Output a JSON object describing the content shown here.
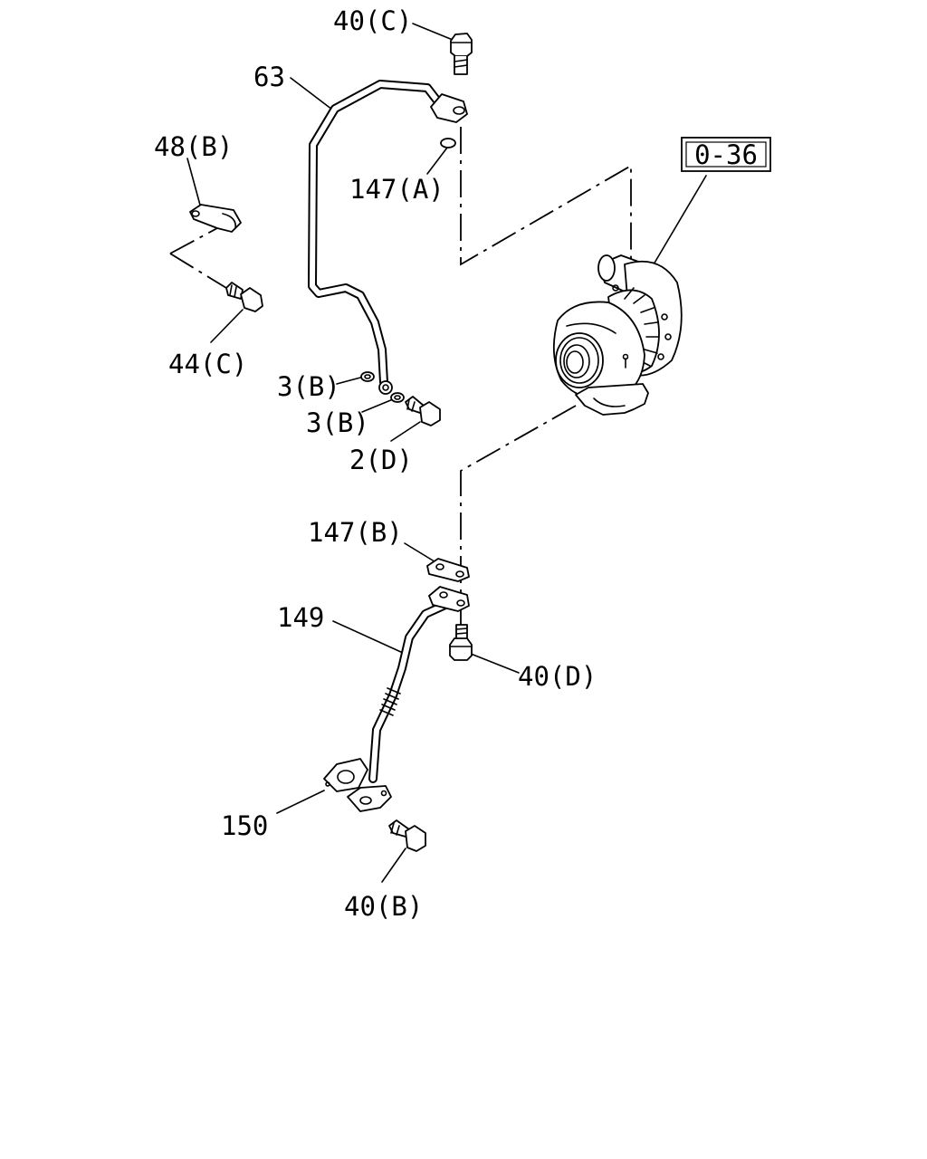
{
  "diagram": {
    "ref_box": "0-36",
    "callouts": {
      "c_40c": "40(C)",
      "c_63": "63",
      "c_48b": "48(B)",
      "c_147a": "147(A)",
      "c_44c": "44(C)",
      "c_3b_1": "3(B)",
      "c_3b_2": "3(B)",
      "c_2d": "2(D)",
      "c_147b": "147(B)",
      "c_149": "149",
      "c_40d": "40(D)",
      "c_150": "150",
      "c_40b": "40(B)"
    }
  }
}
